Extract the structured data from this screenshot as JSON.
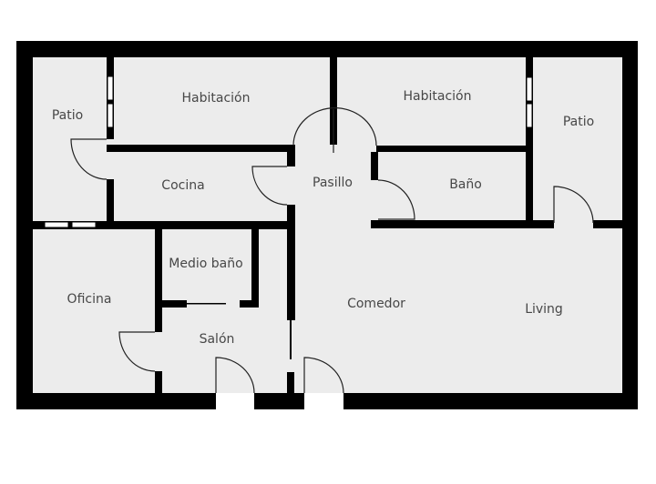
{
  "floor_plan": {
    "colors": {
      "wall": "#000000",
      "floor": "#ececec",
      "label": "#474747"
    },
    "rooms": {
      "patio_left": "Patio",
      "habitacion_left": "Habitación",
      "habitacion_right": "Habitación",
      "patio_right": "Patio",
      "cocina": "Cocina",
      "pasillo": "Pasillo",
      "bano": "Baño",
      "medio_bano": "Medio baño",
      "oficina": "Oficina",
      "comedor": "Comedor",
      "salon": "Salón",
      "living": "Living"
    }
  }
}
